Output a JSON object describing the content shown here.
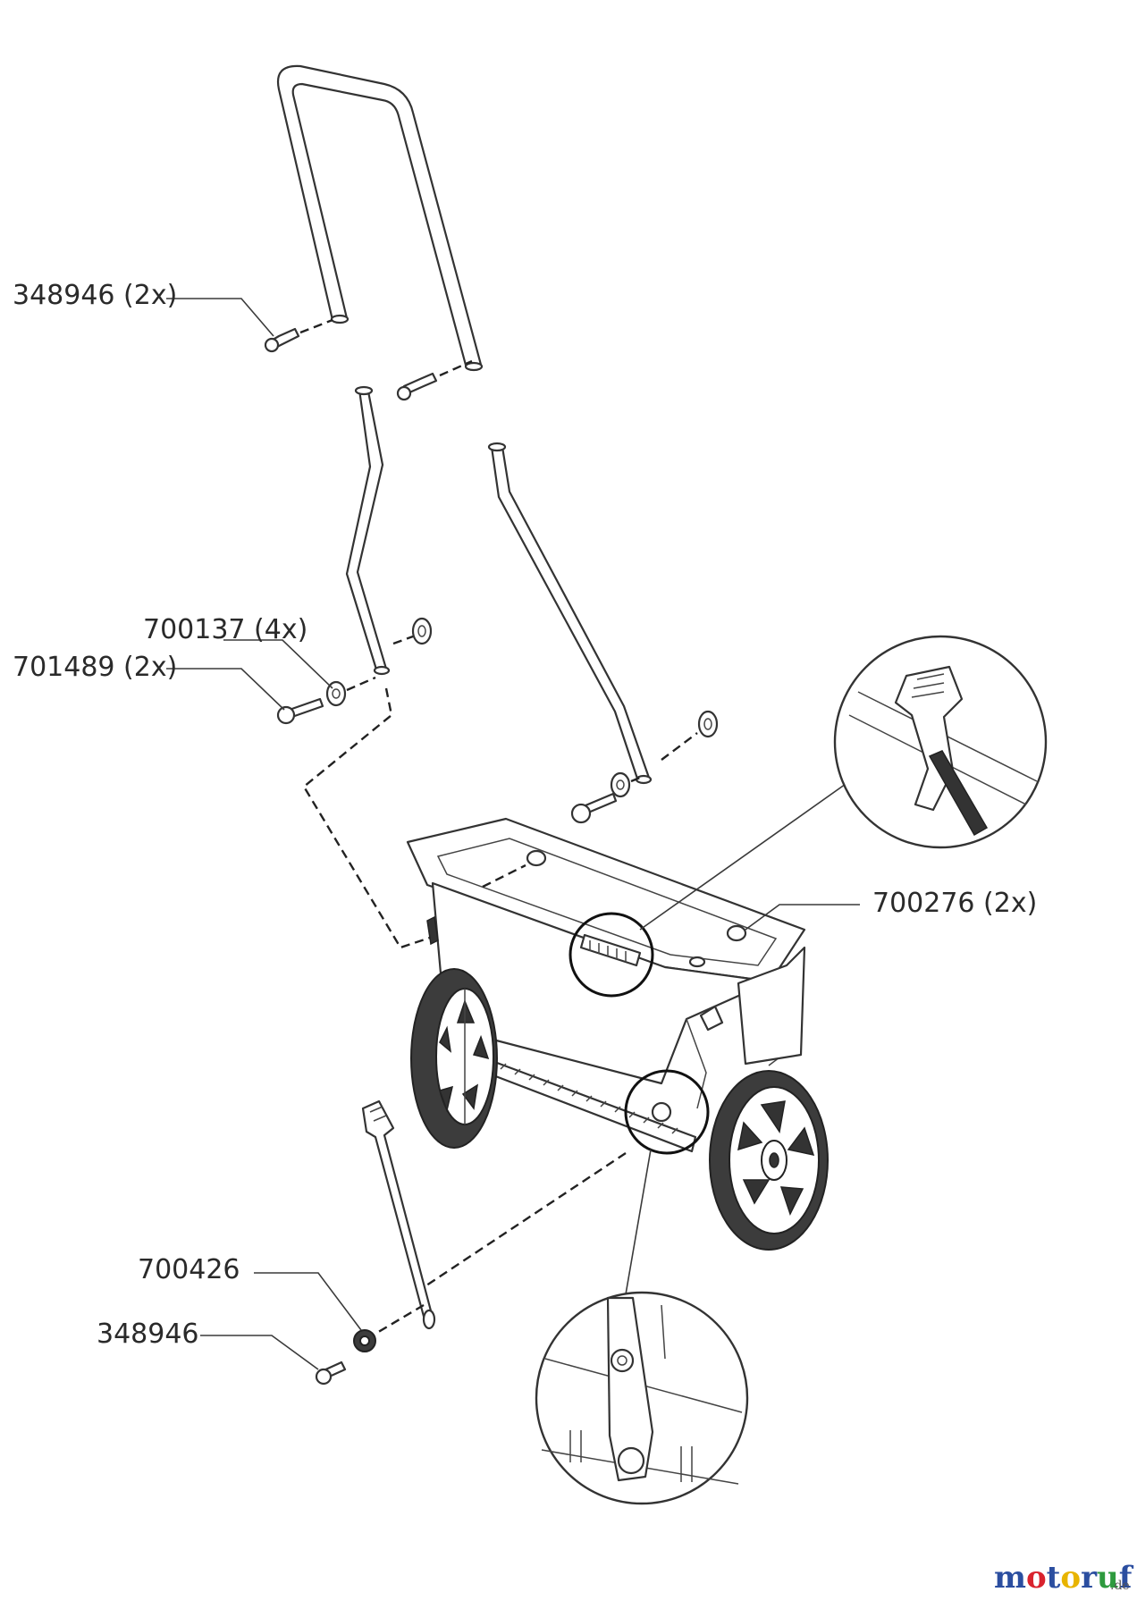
{
  "labels": {
    "screw_top": "348946 (2x)",
    "washer": "700137 (4x)",
    "bolt": "701489 (2x)",
    "clip": "700276 (2x)",
    "rod_washer": "700426",
    "screw_bottom": "348946"
  },
  "brand": {
    "m": "m",
    "o1": "o",
    "t": "t",
    "o2": "o",
    "r": "r",
    "u": "u",
    "f": "f",
    "suffix": ".de"
  },
  "colors": {
    "line": "#333333",
    "brand_blue": "#2b4ea0",
    "brand_red": "#d9232e",
    "brand_yellow": "#e8b400",
    "brand_green": "#2e9a3e"
  }
}
